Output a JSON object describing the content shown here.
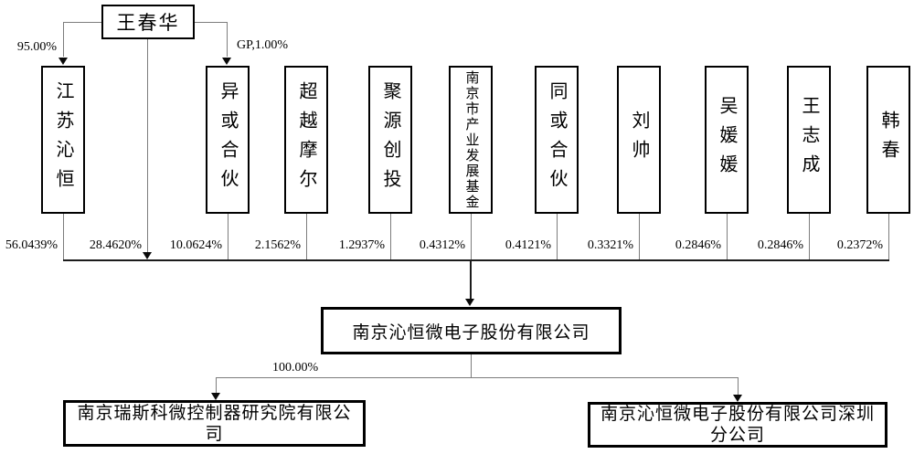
{
  "figure": {
    "type": "equity-structure-diagram",
    "controller": {
      "name": "王春华",
      "stake_in_jiangsu_qinheng": "95.00%",
      "gp_stake_in_yihuo_partnership": "GP,1.00%",
      "direct_stake_in_company": "28.4620%"
    },
    "shareholders": [
      {
        "name": "江苏沁恒",
        "stake": "56.0439%"
      },
      {
        "name": "异或合伙",
        "stake": "10.0624%"
      },
      {
        "name": "超越摩尔",
        "stake": "2.1562%"
      },
      {
        "name": "聚源创投",
        "stake": "1.2937%"
      },
      {
        "name": "南京市产业发展基金",
        "stake": "0.4312%"
      },
      {
        "name": "同或合伙",
        "stake": "0.4121%"
      },
      {
        "name": "刘帅",
        "stake": "0.3321%"
      },
      {
        "name": "吴媛媛",
        "stake": "0.2846%"
      },
      {
        "name": "王志成",
        "stake": "0.2846%"
      },
      {
        "name": "韩春",
        "stake": "0.2372%"
      }
    ],
    "company": {
      "name": "南京沁恒微电子股份有限公司"
    },
    "subsidiary": {
      "name": "南京瑞斯科微控制器研究院有限公司",
      "stake": "100.00%"
    },
    "branch": {
      "name": "南京沁恒微电子股份有限公司深圳分公司"
    },
    "colors": {
      "background": "#ffffff",
      "box_border": "#000000",
      "thin_line": "#7d7d7d",
      "strong_line": "#1c1c1c",
      "text": "#000000"
    }
  }
}
